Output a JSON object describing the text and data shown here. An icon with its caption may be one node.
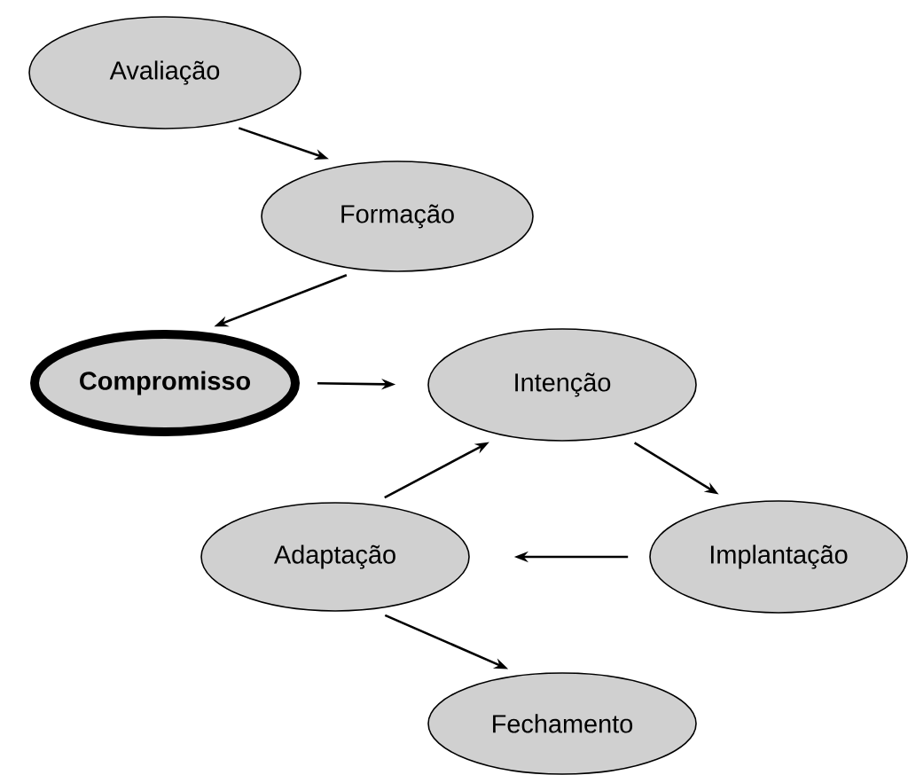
{
  "diagram": {
    "nodes": [
      {
        "text": [
          "Avaliação"
        ]
      },
      {
        "text": [
          "Formação"
        ]
      },
      {
        "text": [
          "Compromisso"
        ]
      },
      {
        "text": [
          "Intenção"
        ]
      },
      {
        "text": [
          "Implantação"
        ]
      },
      {
        "text": [
          "Adaptação"
        ]
      },
      {
        "text": [
          "Fechamento"
        ]
      }
    ],
    "edges": [
      {
        "from": 0,
        "to": 1,
        "arrow": "to"
      },
      {
        "from": 1,
        "to": 2,
        "arrow": "to"
      },
      {
        "from": 2,
        "to": 3,
        "arrow": "to"
      },
      {
        "from": 3,
        "to": 4,
        "arrow": "to"
      },
      {
        "from": 4,
        "to": 5,
        "arrow": "to"
      },
      {
        "from": 5,
        "to": 3,
        "arrow": "to"
      },
      {
        "from": 5,
        "to": 6,
        "arrow": "to"
      }
    ]
  }
}
